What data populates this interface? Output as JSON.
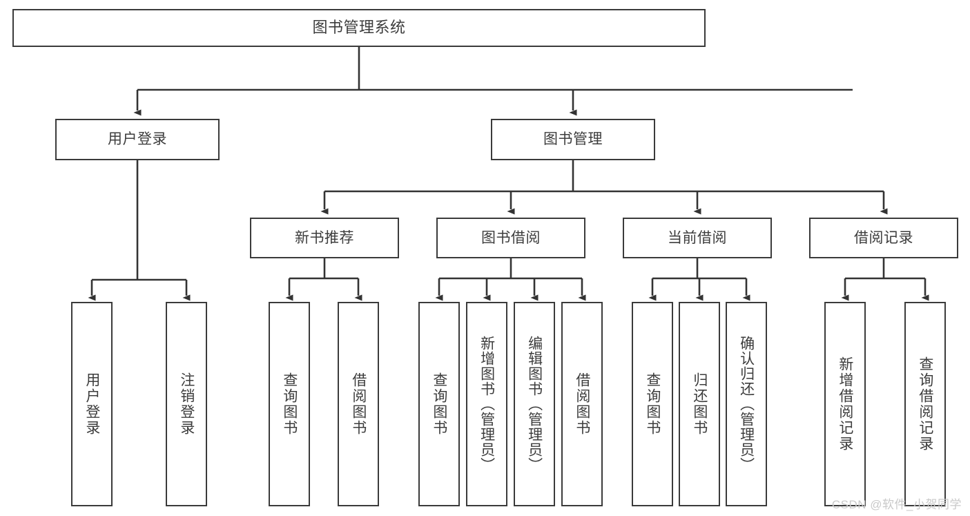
{
  "diagram": {
    "title": "图书管理系统",
    "type": "tree-hierarchy-chart",
    "watermark": "CSDN @软件_小贺同学",
    "colors": {
      "box_border": "#3a3a3a",
      "box_fill": "#ffffff",
      "edge": "#333333",
      "text": "#3c3c3c",
      "watermark": "#c9c9c9",
      "background": "#ffffff"
    },
    "nodes": {
      "root": {
        "label": "图书管理系统"
      },
      "level2": [
        {
          "label": "用户登录"
        },
        {
          "label": "图书管理"
        }
      ],
      "level3": [
        {
          "label": "新书推荐"
        },
        {
          "label": "图书借阅"
        },
        {
          "label": "当前借阅"
        },
        {
          "label": "借阅记录"
        }
      ],
      "leaves": {
        "user_login": [
          {
            "label": "用户登录"
          },
          {
            "label": "注销登录"
          }
        ],
        "new_book": [
          {
            "label": "查询图书"
          },
          {
            "label": "借阅图书"
          }
        ],
        "book_borrow": [
          {
            "label": "查询图书"
          },
          {
            "label": "新增图书（管理员）"
          },
          {
            "label": "编辑图书（管理员）"
          },
          {
            "label": "借阅图书"
          }
        ],
        "current_borrow": [
          {
            "label": "查询图书"
          },
          {
            "label": "归还图书"
          },
          {
            "label": "确认归还（管理员）"
          }
        ],
        "borrow_record": [
          {
            "label": "新增借阅记录"
          },
          {
            "label": "查询借阅记录"
          }
        ]
      }
    }
  }
}
